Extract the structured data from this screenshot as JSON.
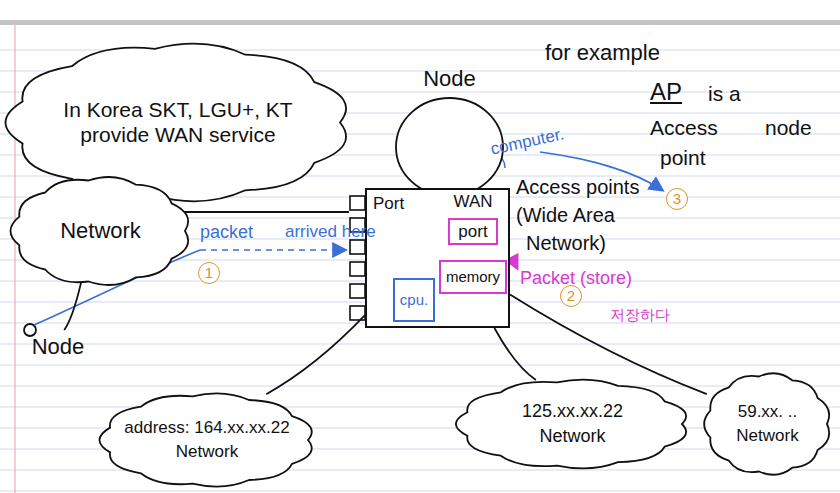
{
  "diagram": {
    "nodes": [
      {
        "text": [
          "In Korea SKT, LGU+, KT provide WAN service"
        ]
      },
      {
        "text": [
          "Network"
        ]
      },
      {
        "text": [
          "Node"
        ]
      },
      {
        "text": [
          "Port"
        ]
      },
      {
        "text": [
          "WAN",
          "port"
        ],
        "in": 3
      },
      {
        "text": [
          "memory"
        ],
        "in": 3
      },
      {
        "text": [
          "cpu."
        ],
        "in": 3
      },
      {
        "text": [
          "Node"
        ]
      },
      {
        "text": [
          "address: 164.xx.xx.22",
          "Network"
        ]
      },
      {
        "text": [
          "125.xx.xx.22",
          "Network"
        ]
      },
      {
        "text": [
          "59.xx. ..",
          "Network"
        ]
      }
    ],
    "edges": [
      {
        "from": 7,
        "to": 1,
        "arrow": "none"
      },
      {
        "from": 1,
        "to": 3,
        "arrow": "none"
      },
      {
        "from": 3,
        "to": 8,
        "arrow": "none"
      },
      {
        "from": 3,
        "to": 9,
        "arrow": "none"
      },
      {
        "from": 3,
        "to": 10,
        "arrow": "none"
      }
    ],
    "labels": [
      "for example",
      "AP",
      "is a",
      "Access",
      "node",
      "point",
      "computer.",
      "Access points",
      "(Wide Area",
      "Network)",
      "packet",
      "arrived here",
      "Packet (store)",
      "저장하다",
      "1",
      "2",
      "3"
    ]
  }
}
